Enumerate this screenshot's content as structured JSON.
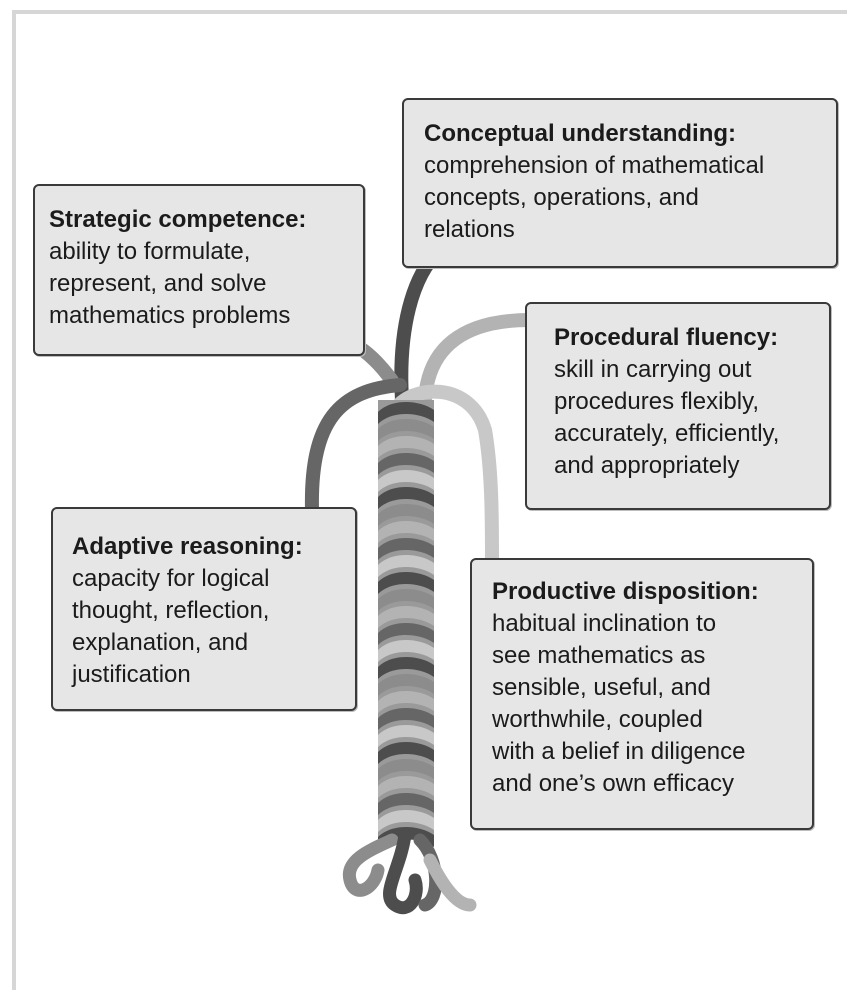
{
  "strands": [
    {
      "id": "conceptual",
      "title": "Conceptual understanding:",
      "description": "comprehension of mathematical\nconcepts, operations, and\nrelations",
      "color": "#4d4d4d"
    },
    {
      "id": "strategic",
      "title": "Strategic competence:",
      "description": "ability to formulate,\nrepresent, and solve\nmathematics problems",
      "color": "#8c8c8c"
    },
    {
      "id": "procedural",
      "title": "Procedural fluency:",
      "description": "skill in carrying out\nprocedures flexibly,\naccurately, efficiently,\nand appropriately",
      "color": "#b3b3b3"
    },
    {
      "id": "adaptive",
      "title": "Adaptive reasoning:",
      "description": "capacity for logical\nthought, reflection,\nexplanation, and\njustification",
      "color": "#666666"
    },
    {
      "id": "productive",
      "title": "Productive disposition:",
      "description": "habitual inclination to\nsee mathematics as\nsensible, useful, and\nworthwhile, coupled\nwith a belief in diligence\nand one’s own efficacy",
      "color": "#c8c8c8"
    }
  ],
  "colors": {
    "box_fill": "#e6e6e6",
    "box_border": "#3a3a3a",
    "frame": "#d6d6d6"
  }
}
